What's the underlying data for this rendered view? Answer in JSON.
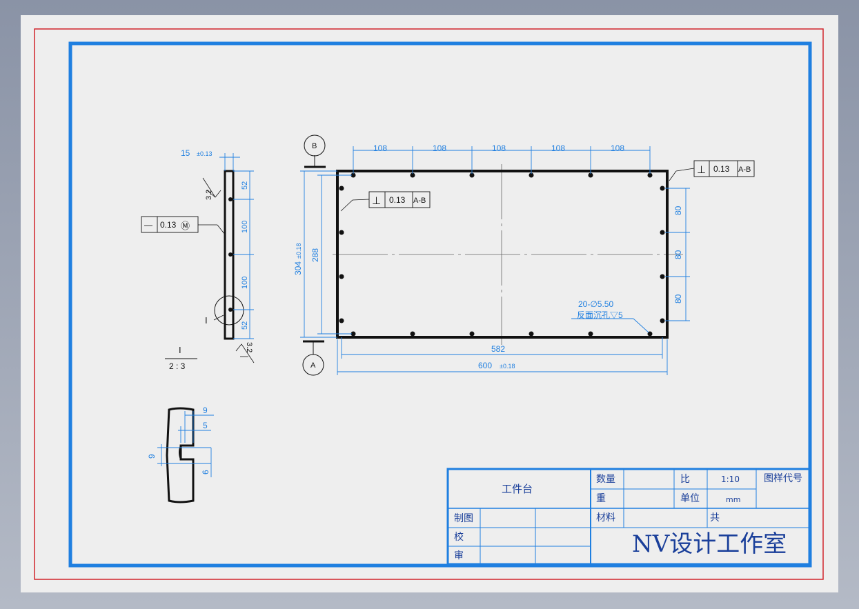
{
  "sheet": {
    "title_block": {
      "part_name": "工件台",
      "quantity_label": "数量",
      "weight_label": "重",
      "scale_label": "比",
      "scale_value": "1:10",
      "unit_label": "单位",
      "unit_value": "mm",
      "material_label": "材料",
      "drawing_code_label": "图样代号",
      "total_label": "共",
      "drawn_label": "制图",
      "check_label": "校",
      "review_label": "审",
      "company": "NV设计工作室"
    },
    "front_view": {
      "top_dims": [
        "108",
        "108",
        "108",
        "108",
        "108"
      ],
      "right_dims": [
        "80",
        "80",
        "80"
      ],
      "height_dim": "304",
      "height_tol": "±0.18",
      "inner_height_dim": "288",
      "inner_width_dim": "582",
      "width_dim": "600",
      "width_tol": "±0.18",
      "hole_note_1": "20-∅5.50",
      "hole_note_2": "反面沉孔▽5",
      "datum_a": "A",
      "datum_b": "B",
      "tol_right": {
        "symbol": "⊥",
        "value": "0.13",
        "datum": "A-B"
      },
      "tol_inner": {
        "symbol": "⊥",
        "value": "0.13",
        "datum": "A-B"
      }
    },
    "side_view": {
      "thickness_dim": "15",
      "thickness_tol": "±0.13",
      "roughness_top": "3.2",
      "roughness_bottom": "3.2",
      "tol_flat": {
        "symbol": "—",
        "value": "0.13",
        "modifier": "Ⓜ"
      },
      "dims": [
        "52",
        "100",
        "100",
        "52"
      ],
      "detail_marker": "I"
    },
    "detail_view": {
      "label": "I",
      "scale": "2 : 3",
      "dims": [
        "9",
        "5",
        "9",
        "6"
      ]
    }
  }
}
